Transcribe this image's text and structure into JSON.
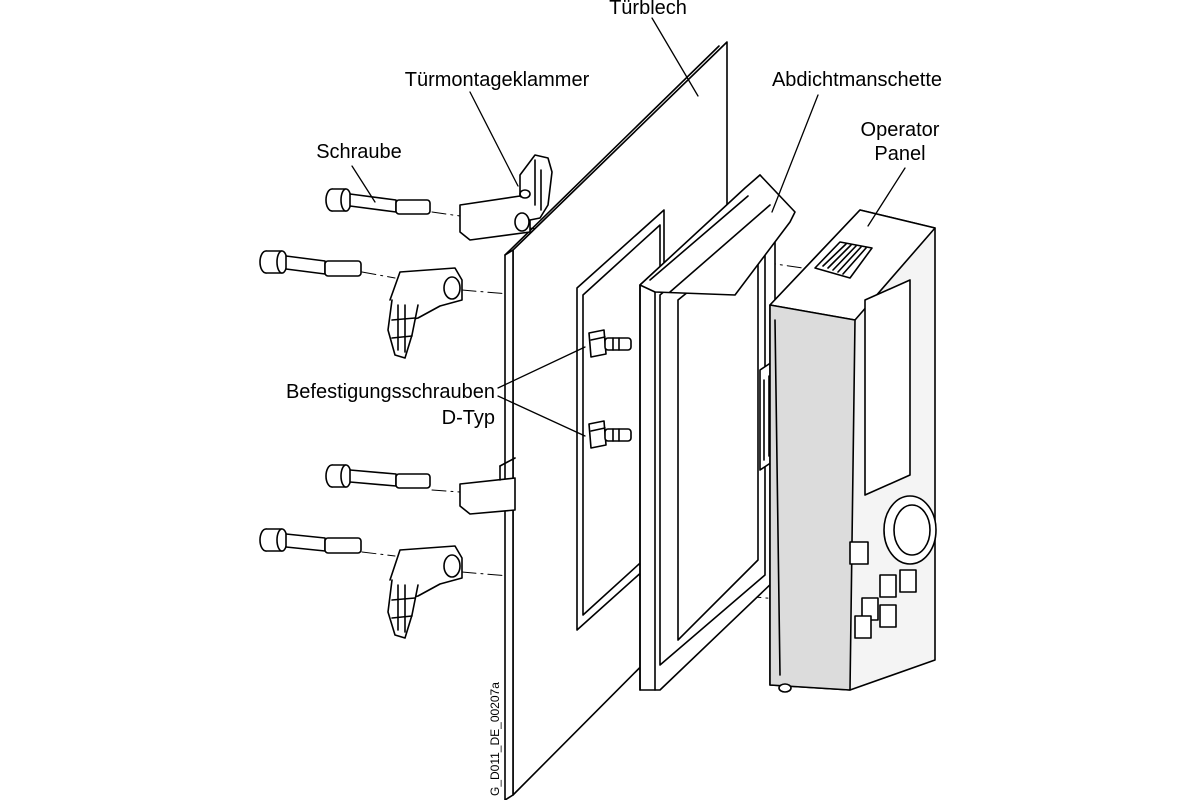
{
  "labels": {
    "tuerblech": "Türblech",
    "tuermontageklammer": "Türmontageklammer",
    "abdichtmanschette": "Abdichtmanschette",
    "schraube": "Schraube",
    "operator_panel_line1": "Operator",
    "operator_panel_line2": "Panel",
    "befestigung_line1": "Befestigungsschrauben",
    "befestigung_line2": "D-Typ"
  },
  "drawing_code": "G_D011_DE_00207a",
  "colors": {
    "stroke": "#000000",
    "paper": "#ffffff",
    "panel_face": "#f4f4f4",
    "panel_side": "#dcdcdc"
  }
}
